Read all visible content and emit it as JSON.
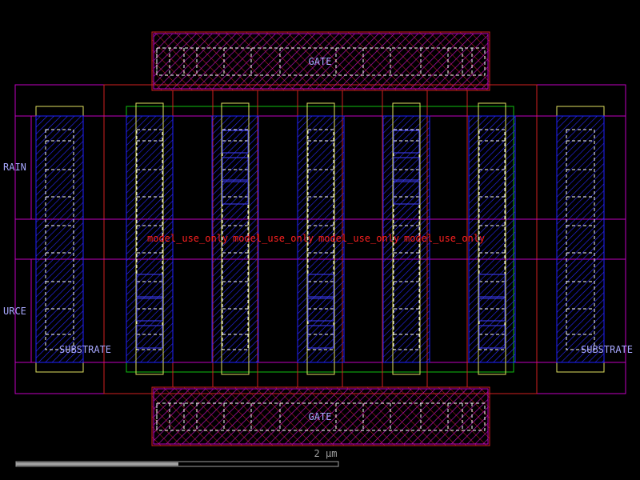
{
  "labels": {
    "gate_top": "GATE",
    "gate_bottom": "GATE",
    "drain": "RAIN",
    "source": "URCE",
    "substrate_left": "SUBSTRATE",
    "substrate_right": "SUBSTRATE",
    "model_use": [
      "model_use_only",
      "model_use_only",
      "model_use_only",
      "model_use_only"
    ],
    "scale": "2 μm"
  },
  "colors": {
    "background": "#000000",
    "metal_magenta": "#c000c0",
    "poly_red": "#d02020",
    "diffusion_green": "#10c010",
    "nwell_yellow": "#e0e060",
    "metal1_blue": "#2020ff",
    "via_white": "#ffffff",
    "text_blue": "#a8a8ff",
    "text_red": "#ff2020",
    "scale_bar": "#a0a0a0",
    "scale_fill": "#505050"
  }
}
